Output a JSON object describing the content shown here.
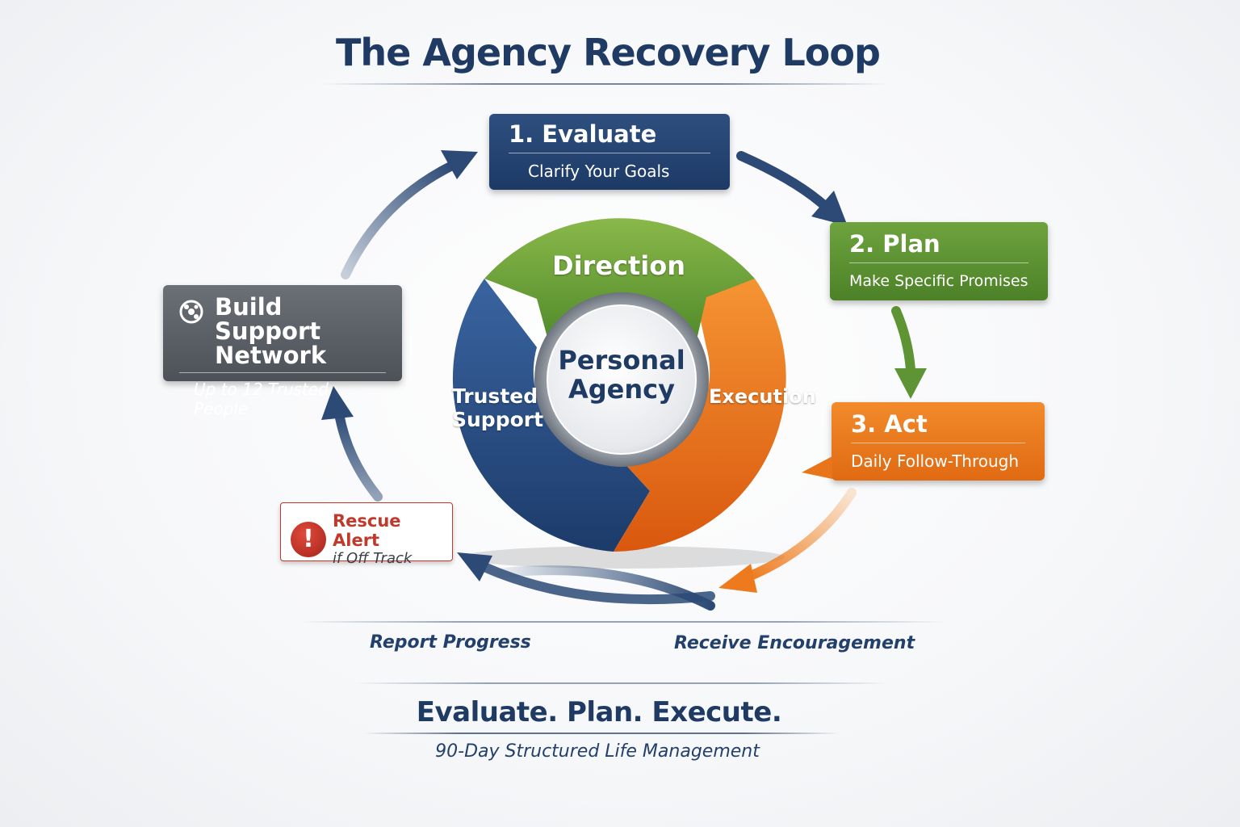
{
  "title": "The Agency Recovery Loop",
  "center": {
    "line1": "Personal",
    "line2": "Agency"
  },
  "ring": {
    "direction": "Direction",
    "execution": "Execution",
    "support_line1": "Trusted",
    "support_line2": "Support"
  },
  "steps": {
    "evaluate": {
      "title": "1. Evaluate",
      "subtitle": "Clarify Your Goals"
    },
    "plan": {
      "title": "2. Plan",
      "subtitle": "Make Specific Promises"
    },
    "act": {
      "title": "3. Act",
      "subtitle": "Daily Follow-Through"
    },
    "support": {
      "title_line1": "Build Support",
      "title_line2": "Network",
      "subtitle": "Up to 12 Trusted People"
    }
  },
  "rescue": {
    "title": "Rescue Alert",
    "subtitle": "if Off Track"
  },
  "bottom": {
    "report": "Report Progress",
    "encourage": "Receive Encouragement",
    "slogan": "Evaluate. Plan. Execute.",
    "tagline": "90-Day Structured Life Management"
  },
  "colors": {
    "navy": "#1f3a63",
    "blue": "#2e4f7f",
    "green": "#5e9433",
    "orange": "#ee7a1e",
    "gray": "#5b5f66",
    "alert_red": "#c0392b"
  },
  "icons": {
    "support": "support-network-icon",
    "alert": "exclamation-icon"
  }
}
